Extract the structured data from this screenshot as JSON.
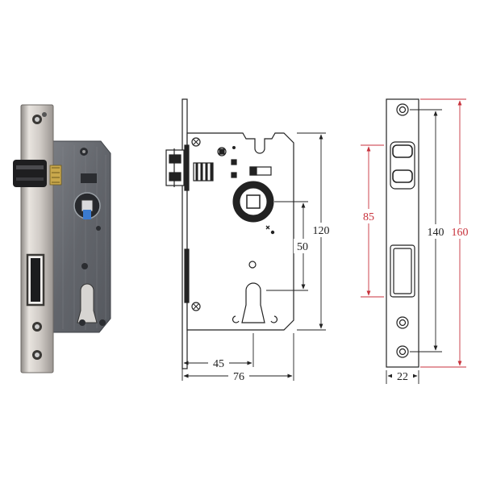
{
  "front_view": {
    "width_label": "76",
    "backset_label": "45",
    "body_height_label": "120",
    "center_distance_label": "50"
  },
  "faceplate_view": {
    "faceplate_width_label": "22",
    "screw_spacing_label": "140",
    "faceplate_height_label": "160",
    "opening_spacing_label": "85"
  },
  "colors": {
    "line": "#222222",
    "dimension_red": "#c8323c",
    "steel_light": "#d9d4cf",
    "steel_dark": "#7d7a78",
    "body_gray": "#6c6f74"
  }
}
